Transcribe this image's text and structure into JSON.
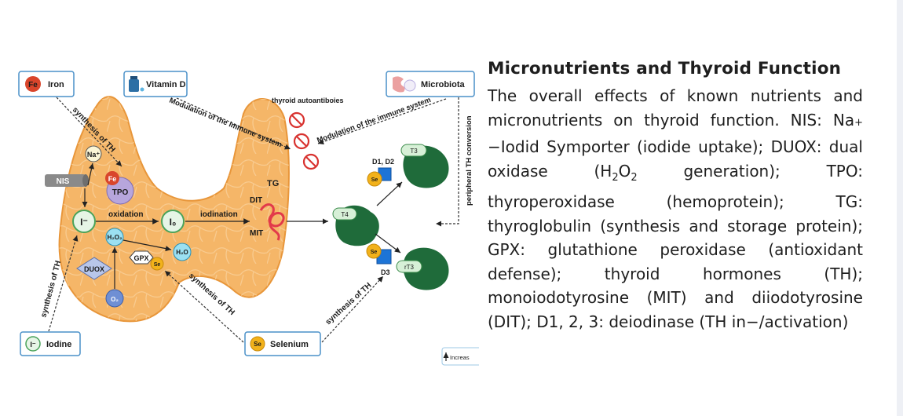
{
  "figure": {
    "boxes": {
      "iron": {
        "label": "Iron",
        "symbol": "Fe"
      },
      "vitamin_d": {
        "label": "Vitamin D"
      },
      "microbiota": {
        "label": "Microbiota"
      },
      "iodine": {
        "label": "Iodine",
        "symbol": "I⁻"
      },
      "selenium": {
        "label": "Selenium",
        "symbol": "Se"
      }
    },
    "labels": {
      "synthesis_th": "synthesis of TH",
      "modulation_immune": "Modulation of the immune system",
      "autoantibodies": "thyroid autoantiboies",
      "peripheral": "peripheral TH conversion",
      "oxidation": "oxidation",
      "iodination": "iodination",
      "nis": "NIS",
      "na": "Na⁺",
      "fe": "Fe",
      "tpo": "TPO",
      "iodide": "I⁻",
      "iodine0": "I₀",
      "h2o2": "H₂O₂",
      "h2o": "H₂O",
      "gpx": "GPX",
      "se": "Se",
      "duox": "DUOX",
      "o2": "O₂",
      "tg": "TG",
      "dit": "DIT",
      "mit": "MIT",
      "t4": "T4",
      "t3": "T3",
      "rt3": "rT3",
      "d1d2": "D1, D2",
      "d3": "D3",
      "legend_increase": "Increas"
    },
    "colors": {
      "thyroid": "#f5b668",
      "thyroid_outline": "#e8963a",
      "protein": "#1f6b3a",
      "box_border": "#4a90c8",
      "fe": "#d9452b",
      "se": "#f2b21b",
      "deiodinase": "#1d74d6",
      "tpo": "#b7a6dc",
      "water": "#9be0f2"
    }
  },
  "caption": {
    "title": "Micronutrients and Thyroid Function",
    "body_parts": {
      "p1": "The overall effects of known nutrients and micronutrients on thyroid function. NIS: Na",
      "plus": "+",
      "p2": " −Iodid Symporter (iodide uptake); DUOX: dual oxidase (H",
      "sub2a": "2",
      "p3": "O",
      "sub2b": "2",
      "p4": " generation); TPO: thyroperoxidase (hemoprotein); TG: thyroglobulin (synthesis and storage protein); GPX: glutathione peroxidase (antioxidant defense); thyroid hormones (TH); monoiodotyrosine (MIT) and diiodotyrosine (DIT); D1, 2, 3: deiodinase (TH in−/activation)"
    }
  }
}
